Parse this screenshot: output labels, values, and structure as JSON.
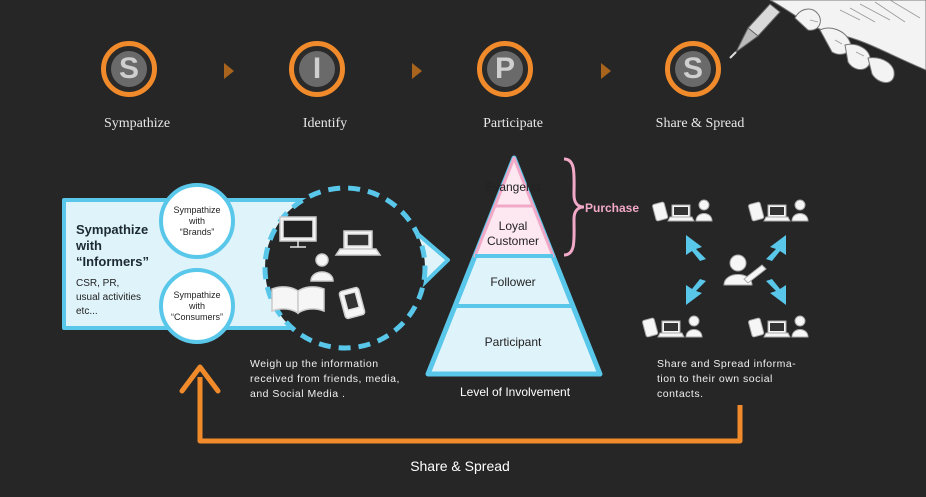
{
  "stages": [
    {
      "letter": "S",
      "label": "Sympathize"
    },
    {
      "letter": "I",
      "label": "Identify"
    },
    {
      "letter": "P",
      "label": "Participate"
    },
    {
      "letter": "S",
      "label": "Share & Spread"
    }
  ],
  "sympathize_panel": {
    "title_lines": [
      "Sympathize",
      "with",
      "“Informers”"
    ],
    "detail_lines": [
      "CSR, PR,",
      "usual activities",
      "etc..."
    ],
    "brands_circle": [
      "Sympathize",
      "with",
      "“Brands”"
    ],
    "consumers_circle": [
      "Sympathize",
      "with",
      "“Consumers”"
    ]
  },
  "weigh_note": [
    "Weigh up the information",
    "received from friends, media,",
    "and Social Media ."
  ],
  "pyramid": {
    "levels": [
      "Evangelist",
      "Loyal\nCustomer",
      "Follower",
      "Participant"
    ],
    "caption": "Level of Involvement",
    "purchase_label": "Purchase"
  },
  "share_note": [
    "Share and Spread informa-",
    "tion to their own social",
    "contacts."
  ],
  "loop_label": "Share & Spread",
  "colors": {
    "orange": "#f08a2a",
    "light_blue": "#59c7ea",
    "panel_fill": "#dff3fa",
    "pink": "#f2a9c8",
    "background": "#262626"
  }
}
